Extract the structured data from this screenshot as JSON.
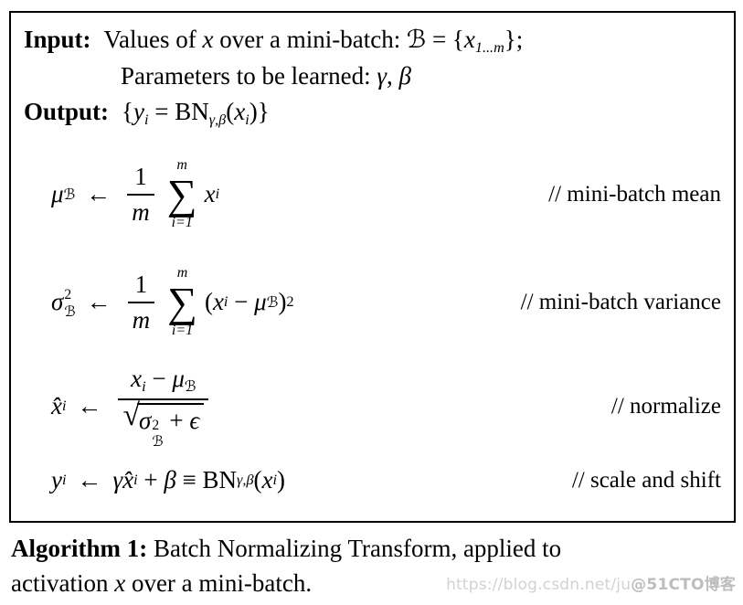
{
  "box": {
    "input": {
      "label": "Input:",
      "t1": "Values of ",
      "x": "x",
      "t2": " over a mini-batch: ",
      "set_B": "ℬ",
      "t3": " = {",
      "x2": "x",
      "x2_sub": "1...m",
      "t4": "};",
      "line2_t1": "Parameters to be learned: ",
      "gamma": "γ",
      "sep": ", ",
      "beta": "β"
    },
    "output": {
      "label": "Output:",
      "brace": "{",
      "y": "y",
      "y_sub": "i",
      "eq": " = ",
      "bn": "BN",
      "bn_sub": "γ,β",
      "open": "(",
      "x": "x",
      "x_sub": "i",
      "close": ")}"
    },
    "eq1": {
      "mu": "μ",
      "mu_sub": "ℬ",
      "arrow": "←",
      "frac_num": "1",
      "frac_den": "m",
      "sum_top": "m",
      "sum_sym": "∑",
      "sum_bot": "i=1",
      "x": "x",
      "x_sub": "i",
      "comment": "// mini-batch mean"
    },
    "eq2": {
      "sigma": "σ",
      "sigma_sup": "2",
      "sigma_sub": "ℬ",
      "arrow": "←",
      "frac_num": "1",
      "frac_den": "m",
      "sum_top": "m",
      "sum_sym": "∑",
      "sum_bot": "i=1",
      "open": "(",
      "x": "x",
      "x_sub": "i",
      "minus": " − ",
      "mu": "μ",
      "mu_sub": "ℬ",
      "close": ")",
      "sup": "2",
      "comment": "// mini-batch variance"
    },
    "eq3": {
      "xhat": "x̂",
      "xhat_sub": "i",
      "arrow": "←",
      "num_x": "x",
      "num_x_sub": "i",
      "minus": " − ",
      "mu": "μ",
      "mu_sub": "ℬ",
      "radical": "√",
      "sigma": "σ",
      "sigma_sup": "2",
      "sigma_sub": "ℬ",
      "plus": " + ",
      "epsilon": "ϵ",
      "comment": "// normalize"
    },
    "eq4": {
      "y": "y",
      "y_sub": "i",
      "arrow": "←",
      "gamma": "γ",
      "xhat": "x̂",
      "xhat_sub": "i",
      "plus": " + ",
      "beta": "β",
      "equiv": " ≡ ",
      "bn": "BN",
      "bn_sub": "γ,β",
      "open": "(",
      "x": "x",
      "x_sub": "i",
      "close": ")",
      "comment": "// scale and shift"
    }
  },
  "caption": {
    "label": "Algorithm 1:",
    "l1": " Batch Normalizing Transform, applied to",
    "l2a": "activation ",
    "x": "x",
    "l2b": " over a mini-batch."
  },
  "watermark": {
    "url": "https://blog.csdn.net/ju",
    "badge": "@51CTO博客"
  }
}
